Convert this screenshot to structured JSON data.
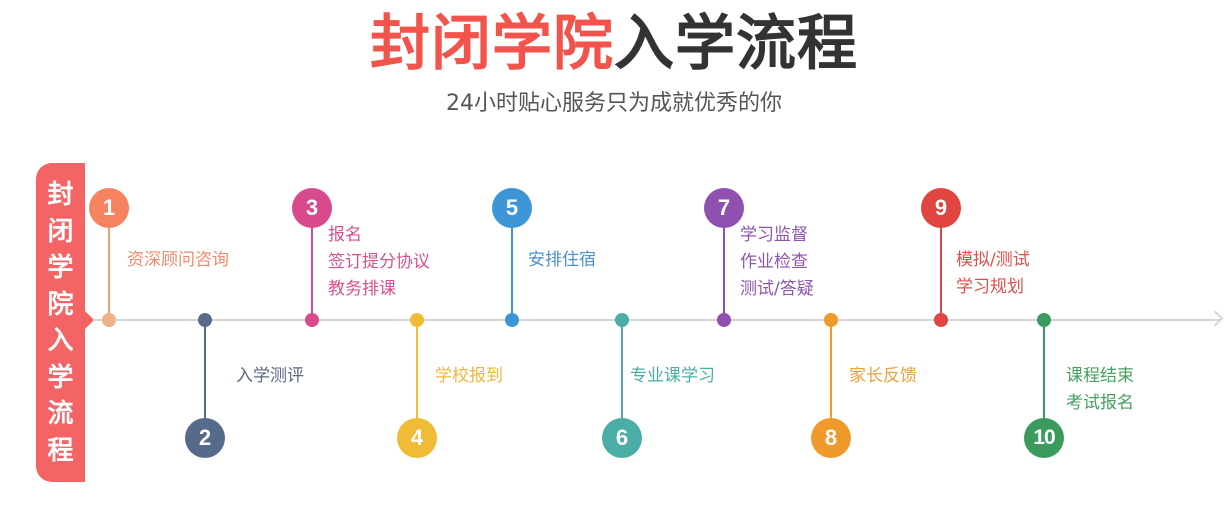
{
  "header": {
    "title_highlight": "封闭学院",
    "title_rest": "入学流程",
    "subtitle": "24小时贴心服务只为成就优秀的你"
  },
  "sidebar": {
    "chars": [
      "封",
      "闭",
      "学",
      "院",
      "入",
      "学",
      "流",
      "程"
    ],
    "color": "#f46464"
  },
  "timeline": {
    "axis_color": "#d4d4d4",
    "steps": [
      {
        "number": "1",
        "position": "top",
        "color": "#f5835f",
        "dot_color": "#f0b088",
        "lines": [
          "资深顾问咨询"
        ]
      },
      {
        "number": "2",
        "position": "bottom",
        "color": "#566a8a",
        "lines": [
          "入学测评"
        ]
      },
      {
        "number": "3",
        "position": "top",
        "color": "#d94a8c",
        "lines": [
          "报名",
          "签订提分协议",
          "教务排课"
        ]
      },
      {
        "number": "4",
        "position": "bottom",
        "color": "#f0bc35",
        "lines": [
          "学校报到"
        ]
      },
      {
        "number": "5",
        "position": "top",
        "color": "#3e95d6",
        "lines": [
          "安排住宿"
        ]
      },
      {
        "number": "6",
        "position": "bottom",
        "color": "#4aaea7",
        "lines": [
          "专业课学习"
        ]
      },
      {
        "number": "7",
        "position": "top",
        "color": "#8f50b0",
        "lines": [
          "学习监督",
          "作业检查",
          "测试/答疑"
        ]
      },
      {
        "number": "8",
        "position": "bottom",
        "color": "#f09a2c",
        "lines": [
          "家长反馈"
        ]
      },
      {
        "number": "9",
        "position": "top",
        "color": "#e0453f",
        "lines": [
          "模拟/测试",
          "学习规划"
        ]
      },
      {
        "number": "10",
        "position": "bottom",
        "color": "#3a9b5d",
        "lines": [
          "课程结束",
          "考试报名"
        ]
      }
    ]
  }
}
